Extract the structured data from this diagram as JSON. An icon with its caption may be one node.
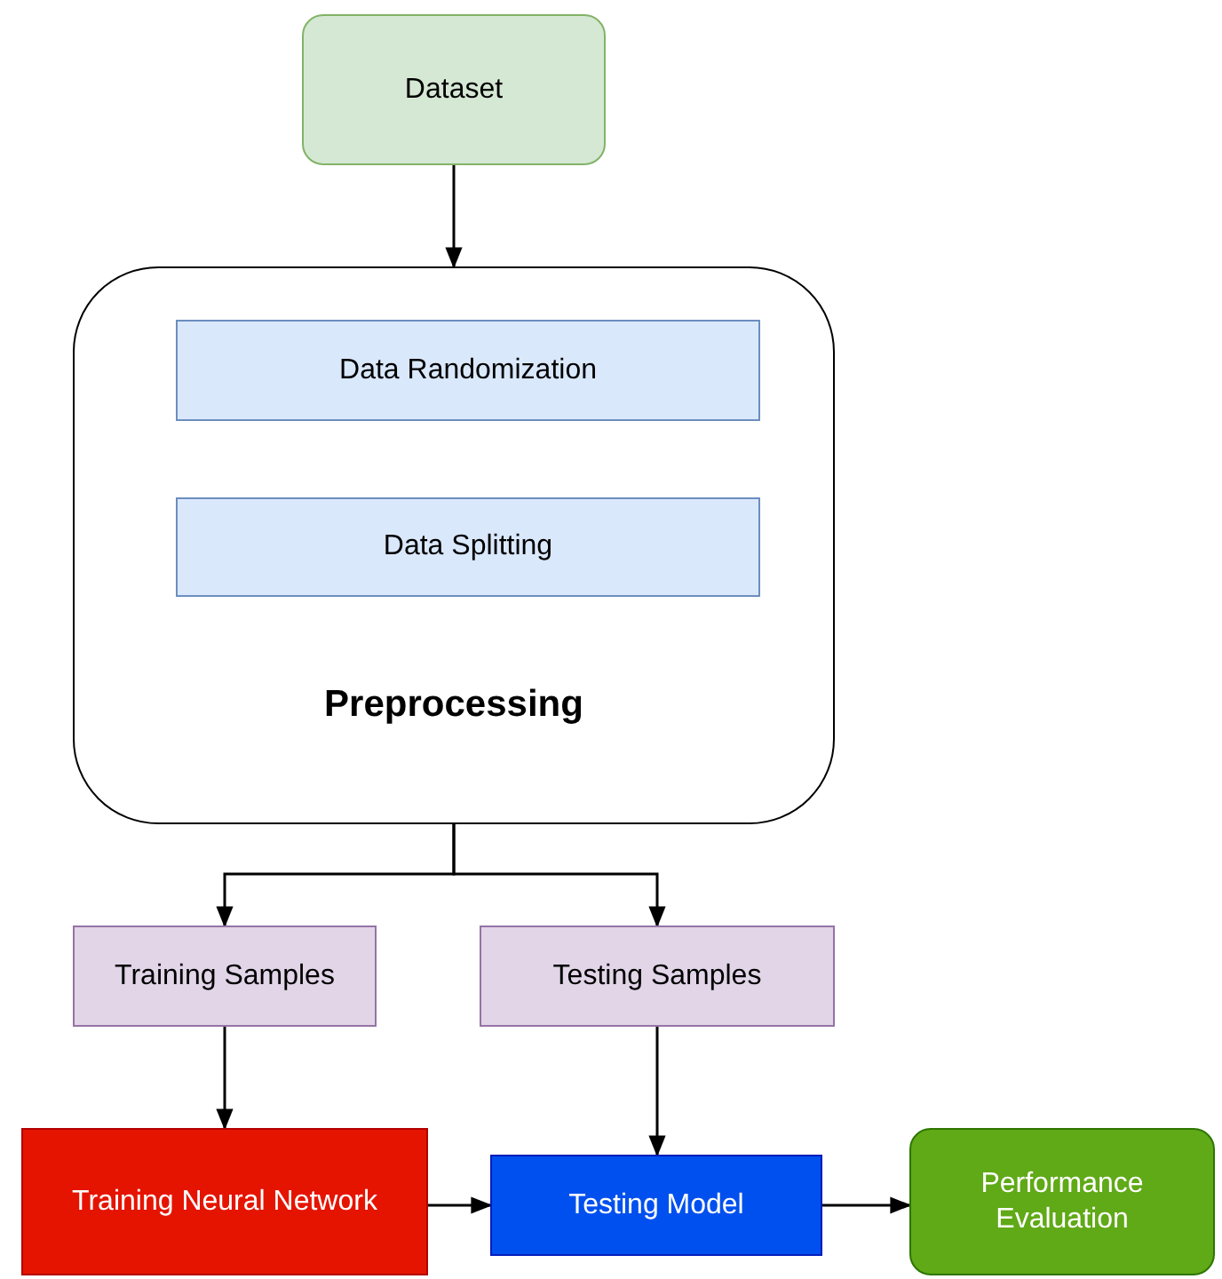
{
  "diagram": {
    "nodes": [
      {
        "text": [
          "Dataset"
        ]
      },
      {
        "text": [
          "Preprocessing"
        ]
      },
      {
        "text": [
          "Data Randomization"
        ],
        "in": 1
      },
      {
        "text": [
          "Data Splitting"
        ],
        "in": 1
      },
      {
        "text": [
          "Training Samples"
        ]
      },
      {
        "text": [
          "Testing Samples"
        ]
      },
      {
        "text": [
          "Training Neural Network"
        ]
      },
      {
        "text": [
          "Testing Model"
        ]
      },
      {
        "text": [
          "Performance Evaluation"
        ]
      }
    ],
    "edges": [
      {
        "from": 0,
        "to": 1,
        "arrow": "to"
      },
      {
        "from": 1,
        "to": 4,
        "arrow": "to"
      },
      {
        "from": 1,
        "to": 5,
        "arrow": "to"
      },
      {
        "from": 4,
        "to": 6,
        "arrow": "to"
      },
      {
        "from": 5,
        "to": 7,
        "arrow": "to"
      },
      {
        "from": 6,
        "to": 7,
        "arrow": "to"
      },
      {
        "from": 7,
        "to": 8,
        "arrow": "to"
      }
    ]
  }
}
